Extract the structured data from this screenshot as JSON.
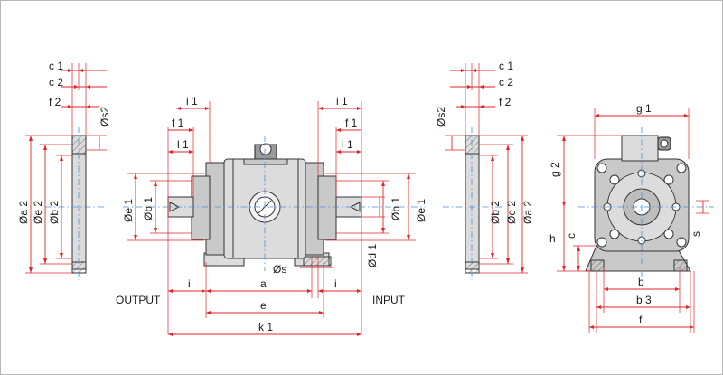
{
  "labels": {
    "output": "OUTPUT",
    "input": "INPUT"
  },
  "dims": {
    "c1": "c 1",
    "c2": "c 2",
    "f2": "f 2",
    "s2": "Øs2",
    "a2": "Øa 2",
    "e2": "Øe 2",
    "b2": "Øb 2",
    "i1": "i 1",
    "f1": "f 1",
    "l1": "l 1",
    "e1": "Øe 1",
    "b1": "Øb 1",
    "d1": "Ød 1",
    "c": "c",
    "s": "Øs",
    "i": "i",
    "a": "a",
    "e": "e",
    "k1": "k 1",
    "g1": "g 1",
    "g2": "g 2",
    "h": "h",
    "b": "b",
    "b3": "b 3",
    "f": "f",
    "s_small": "s"
  },
  "colors": {
    "dimension": "#e1252b",
    "centerline": "#4a90d9",
    "housing": "#c9c9c9",
    "outline": "#333333"
  }
}
